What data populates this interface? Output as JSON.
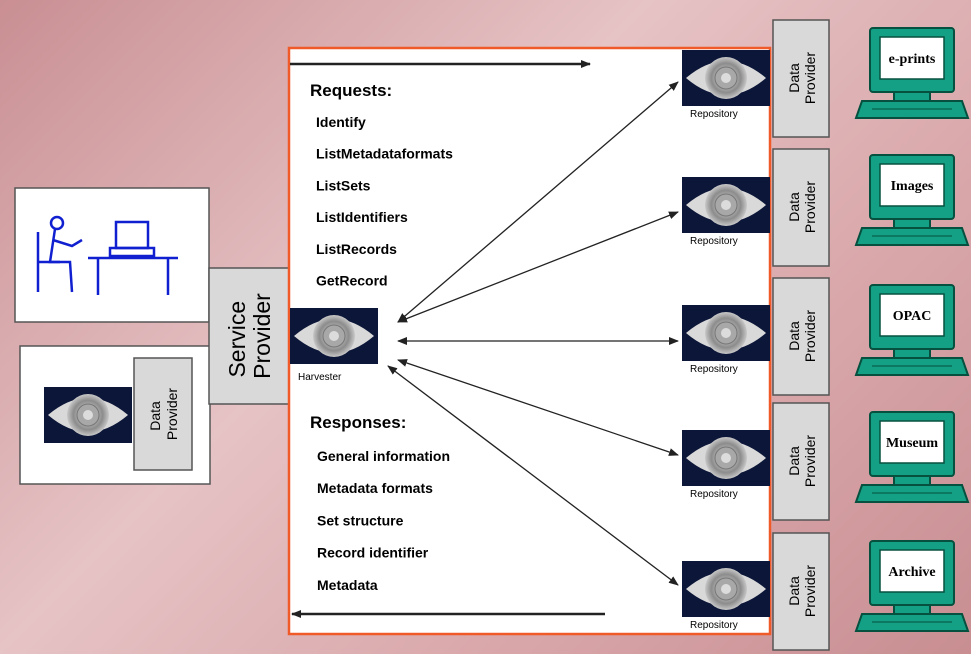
{
  "service_provider_label": "Service Provider",
  "harvester_label": "Harvester",
  "local_data_provider_label": "Data Provider",
  "requests": {
    "heading": "Requests:",
    "items": [
      "Identify",
      "ListMetadataformats",
      "ListSets",
      "ListIdentifiers",
      "ListRecords",
      "GetRecord"
    ]
  },
  "responses": {
    "heading": "Responses:",
    "items": [
      "General information",
      "Metadata formats",
      "Set structure",
      "Record identifier",
      "Metadata"
    ]
  },
  "repositories": [
    {
      "label": "Repository",
      "provider": "Data Provider",
      "source": "e-prints"
    },
    {
      "label": "Repository",
      "provider": "Data Provider",
      "source": "Images"
    },
    {
      "label": "Repository",
      "provider": "Data Provider",
      "source": "OPAC"
    },
    {
      "label": "Repository",
      "provider": "Data Provider",
      "source": "Museum"
    },
    {
      "label": "Repository",
      "provider": "Data Provider",
      "source": "Archive"
    }
  ],
  "colors": {
    "frame": "#f05a28",
    "computer": "#14a085",
    "person": "#1020d0",
    "eye_bg": "#0b1638"
  }
}
